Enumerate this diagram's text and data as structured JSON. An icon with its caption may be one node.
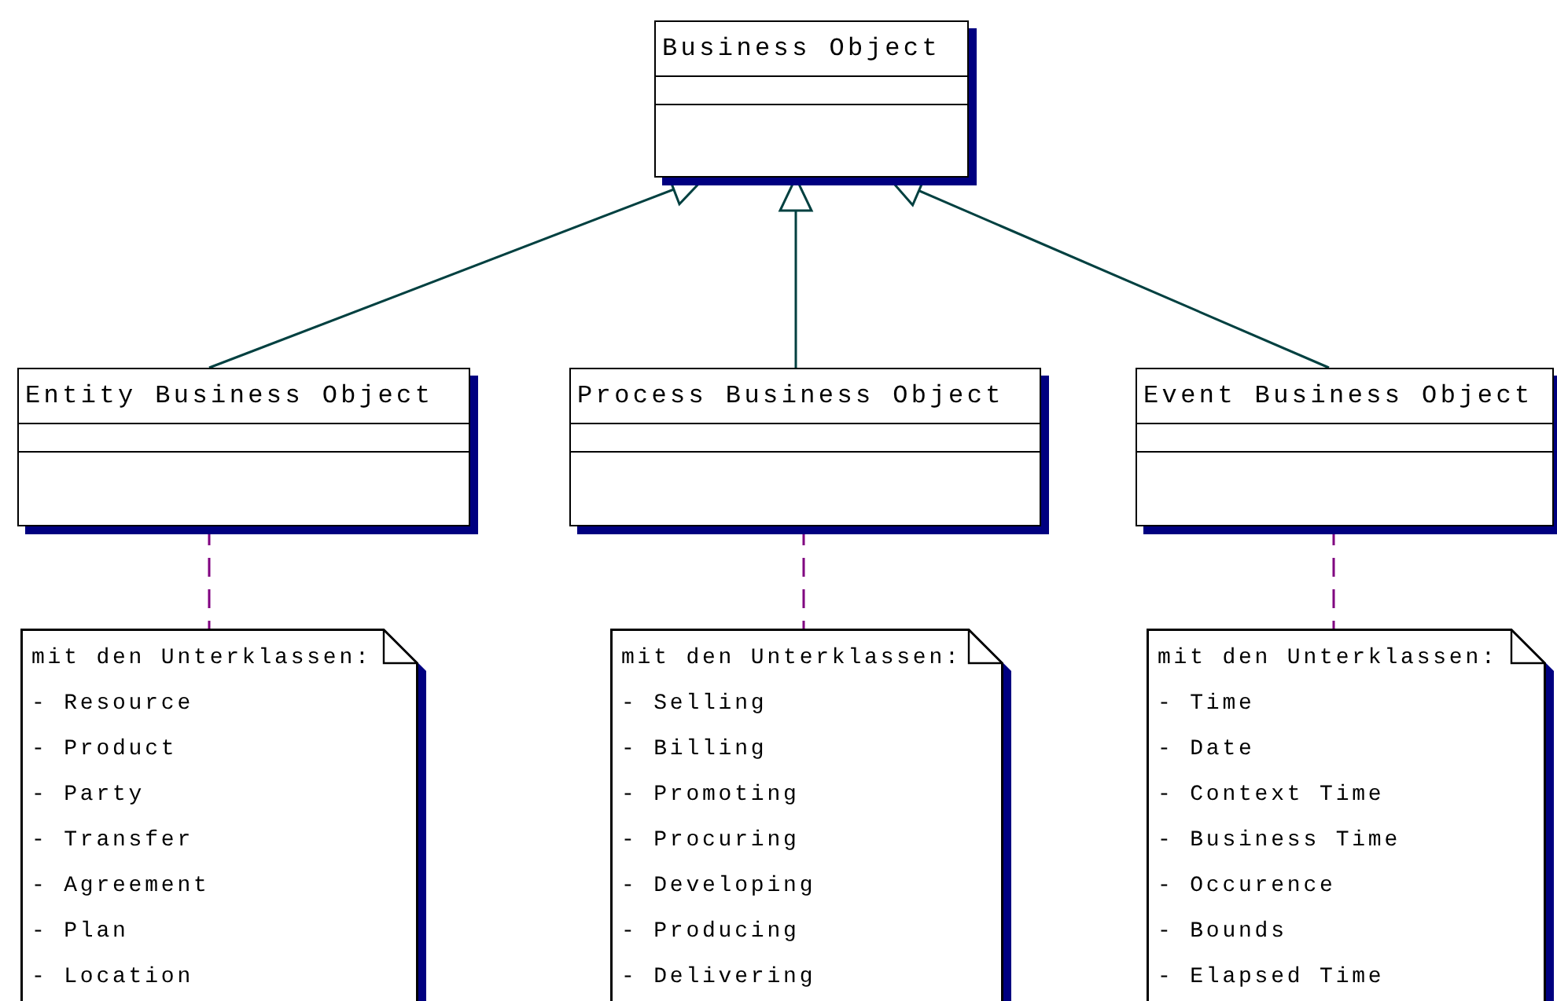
{
  "diagram": {
    "nodes": [
      {
        "text": [
          "Business Object"
        ]
      },
      {
        "text": [
          "Entity Business Object"
        ]
      },
      {
        "text": [
          "Process Business Object"
        ]
      },
      {
        "text": [
          "Event Business Object"
        ]
      },
      {
        "text": [
          "mit den Unterklassen:",
          "- Resource",
          "- Product",
          "- Party",
          "- Transfer",
          "- Agreement",
          "- Plan",
          "- Location"
        ]
      },
      {
        "text": [
          "mit den Unterklassen:",
          "- Selling",
          "- Billing",
          "- Promoting",
          "- Procuring",
          "- Developing",
          "- Producing",
          "- Delivering"
        ]
      },
      {
        "text": [
          "mit den Unterklassen:",
          "- Time",
          "- Date",
          "- Context Time",
          "- Business Time",
          "- Occurence",
          "- Bounds",
          "- Elapsed Time"
        ]
      }
    ],
    "edges": [
      {
        "from": 1,
        "to": 0,
        "arrow": "to"
      },
      {
        "from": 2,
        "to": 0,
        "arrow": "to"
      },
      {
        "from": 3,
        "to": 0,
        "arrow": "to"
      },
      {
        "from": 1,
        "to": 4,
        "arrow": "none",
        "style": "dashed",
        "color": "#800080"
      },
      {
        "from": 2,
        "to": 5,
        "arrow": "none",
        "style": "dashed",
        "color": "#800080"
      },
      {
        "from": 3,
        "to": 6,
        "arrow": "none",
        "style": "dashed",
        "color": "#800080"
      }
    ]
  }
}
